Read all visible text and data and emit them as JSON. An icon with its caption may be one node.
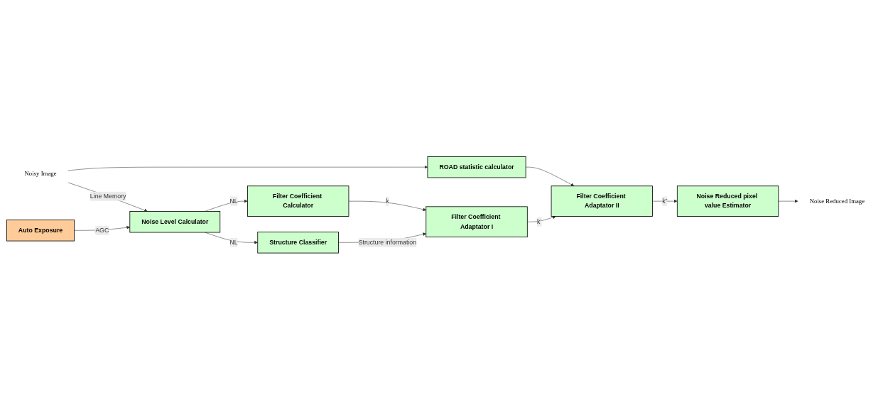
{
  "diagram": {
    "nodes": [
      {
        "text": [
          "Noisy Image"
        ]
      },
      {
        "text": [
          "ROAD statistic calculator"
        ]
      },
      {
        "text": [
          "Noise Level Calculator"
        ]
      },
      {
        "text": [
          "Filter Coefficient Calculator"
        ]
      },
      {
        "text": [
          "Filter Coefficient Adaptator I"
        ]
      },
      {
        "text": [
          "Filter Coefficient Adaptator II"
        ]
      },
      {
        "text": [
          "Auto Exposure"
        ]
      },
      {
        "text": [
          "Structure Classifier"
        ]
      },
      {
        "text": [
          "Noise Reduced pixel value Estimator"
        ]
      },
      {
        "text": [
          "Noise Reduced Image"
        ]
      }
    ],
    "edges": [
      {
        "from": 0,
        "to": 2,
        "arrow": "to",
        "label": "Line Memory"
      },
      {
        "from": 0,
        "to": 1,
        "arrow": "to"
      },
      {
        "from": 1,
        "to": 5,
        "arrow": "to"
      },
      {
        "from": 2,
        "to": 3,
        "arrow": "to",
        "label": "NL"
      },
      {
        "from": 3,
        "to": 4,
        "arrow": "to",
        "label": "k"
      },
      {
        "from": 4,
        "to": 5,
        "arrow": "to",
        "label": "k’"
      },
      {
        "from": 6,
        "to": 2,
        "arrow": "to",
        "label": "AGC"
      },
      {
        "from": 2,
        "to": 7,
        "arrow": "to",
        "label": "NL"
      },
      {
        "from": 7,
        "to": 4,
        "arrow": "to",
        "label": "Structure information"
      },
      {
        "from": 5,
        "to": 8,
        "arrow": "to",
        "label": "k”"
      },
      {
        "from": 8,
        "to": 9,
        "arrow": "to"
      }
    ]
  }
}
